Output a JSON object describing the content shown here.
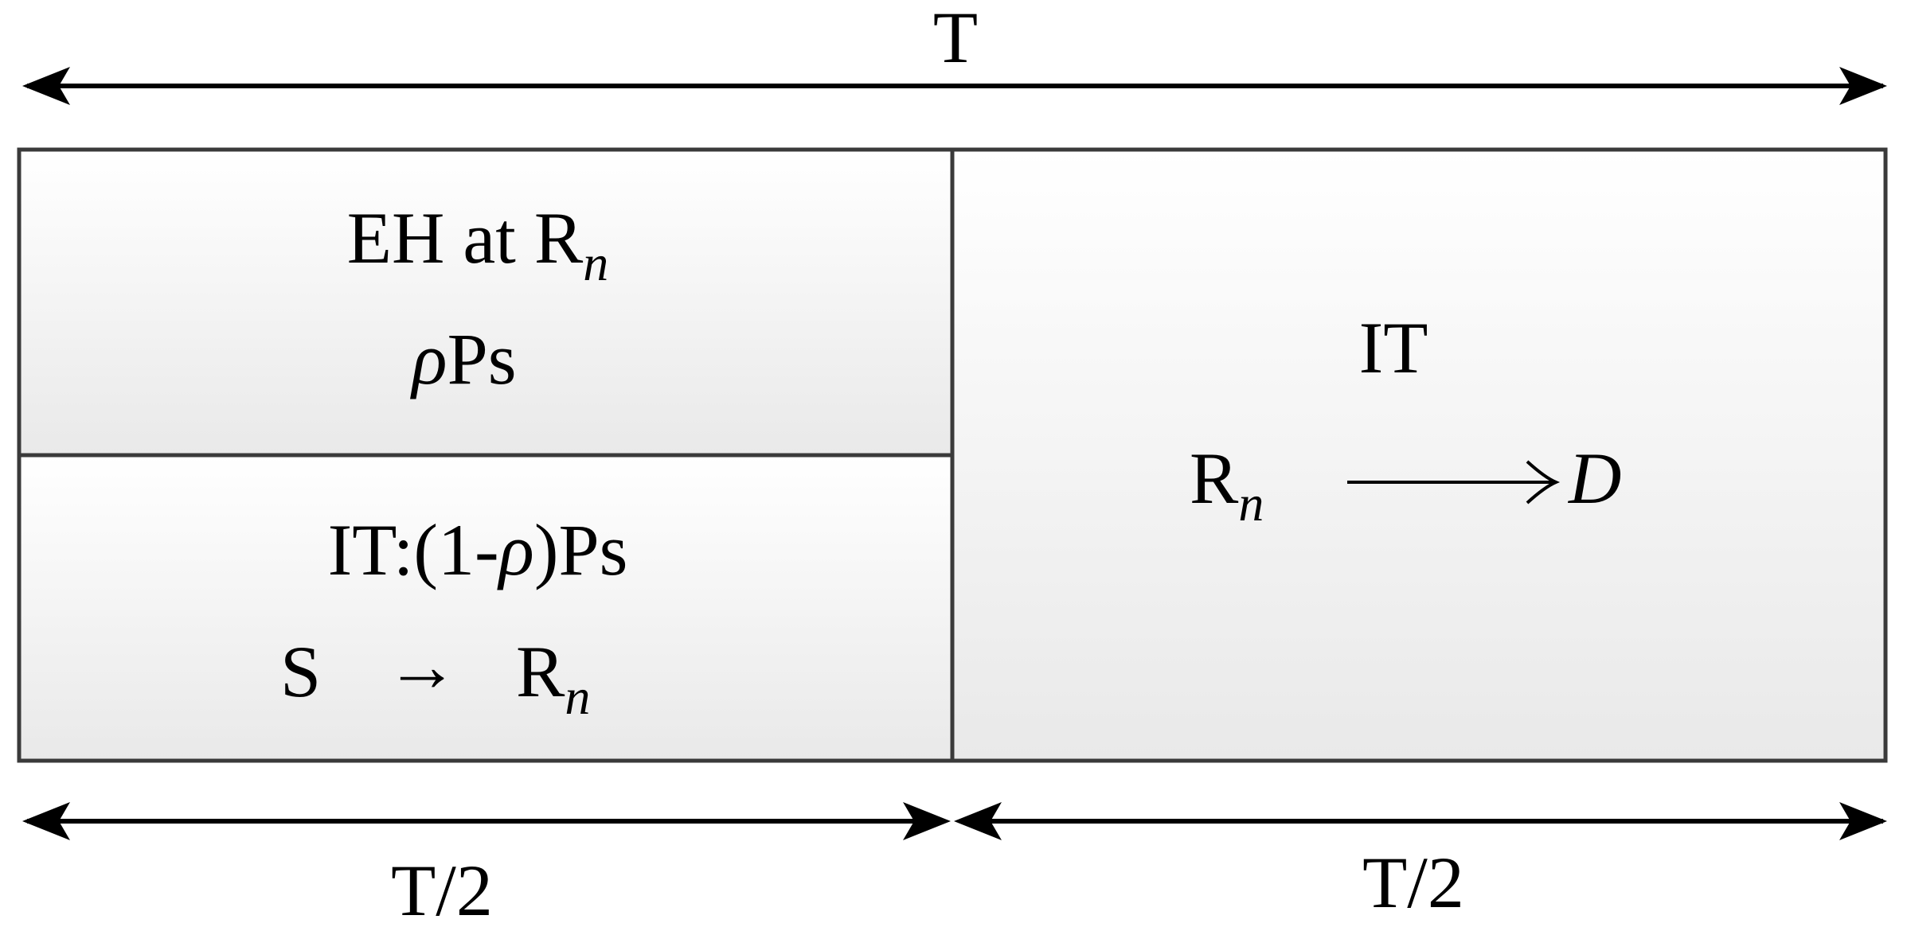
{
  "timing": {
    "total_label": "T",
    "half_left_label": "T/2",
    "half_right_label": "T/2"
  },
  "phase1_eh": {
    "prefix": "EH at R",
    "subscript": "n",
    "power_symbol": "ρ",
    "power_rest": "Ps"
  },
  "phase1_it": {
    "prefix": "IT:(1-",
    "rho": "ρ",
    "suffix": ")Ps",
    "from": "S",
    "arrow": "→",
    "to": "R",
    "to_subscript": "n"
  },
  "phase2_it": {
    "title": "IT",
    "from": "R",
    "from_subscript": "n",
    "to": "D"
  },
  "colors": {
    "line": "#000000",
    "box_border": "#3a3a3a",
    "box_fill_top": "#ffffff",
    "box_fill_bottom": "#e8e8e8"
  }
}
